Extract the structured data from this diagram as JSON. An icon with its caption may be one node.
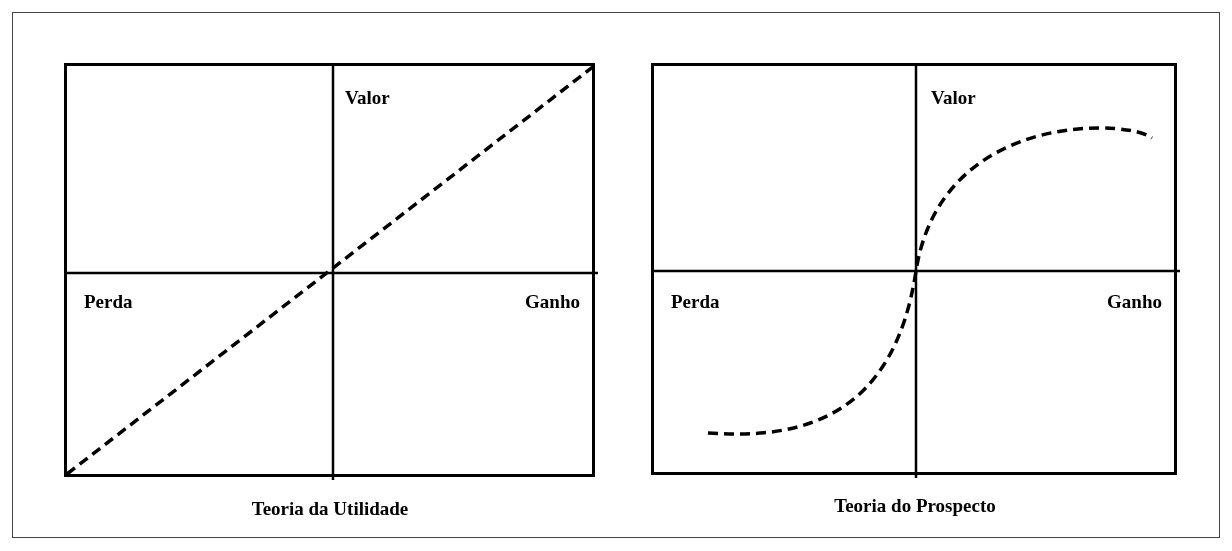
{
  "diagram": {
    "nodes": [
      {
        "text": [
          "Valor",
          "Perda",
          "Ganho"
        ],
        "beside": [
          "Teoria da Utilidade"
        ]
      },
      {
        "text": [
          "Valor",
          "Perda",
          "Ganho"
        ],
        "beside": [
          "Teoria do Prospecto"
        ]
      }
    ]
  }
}
